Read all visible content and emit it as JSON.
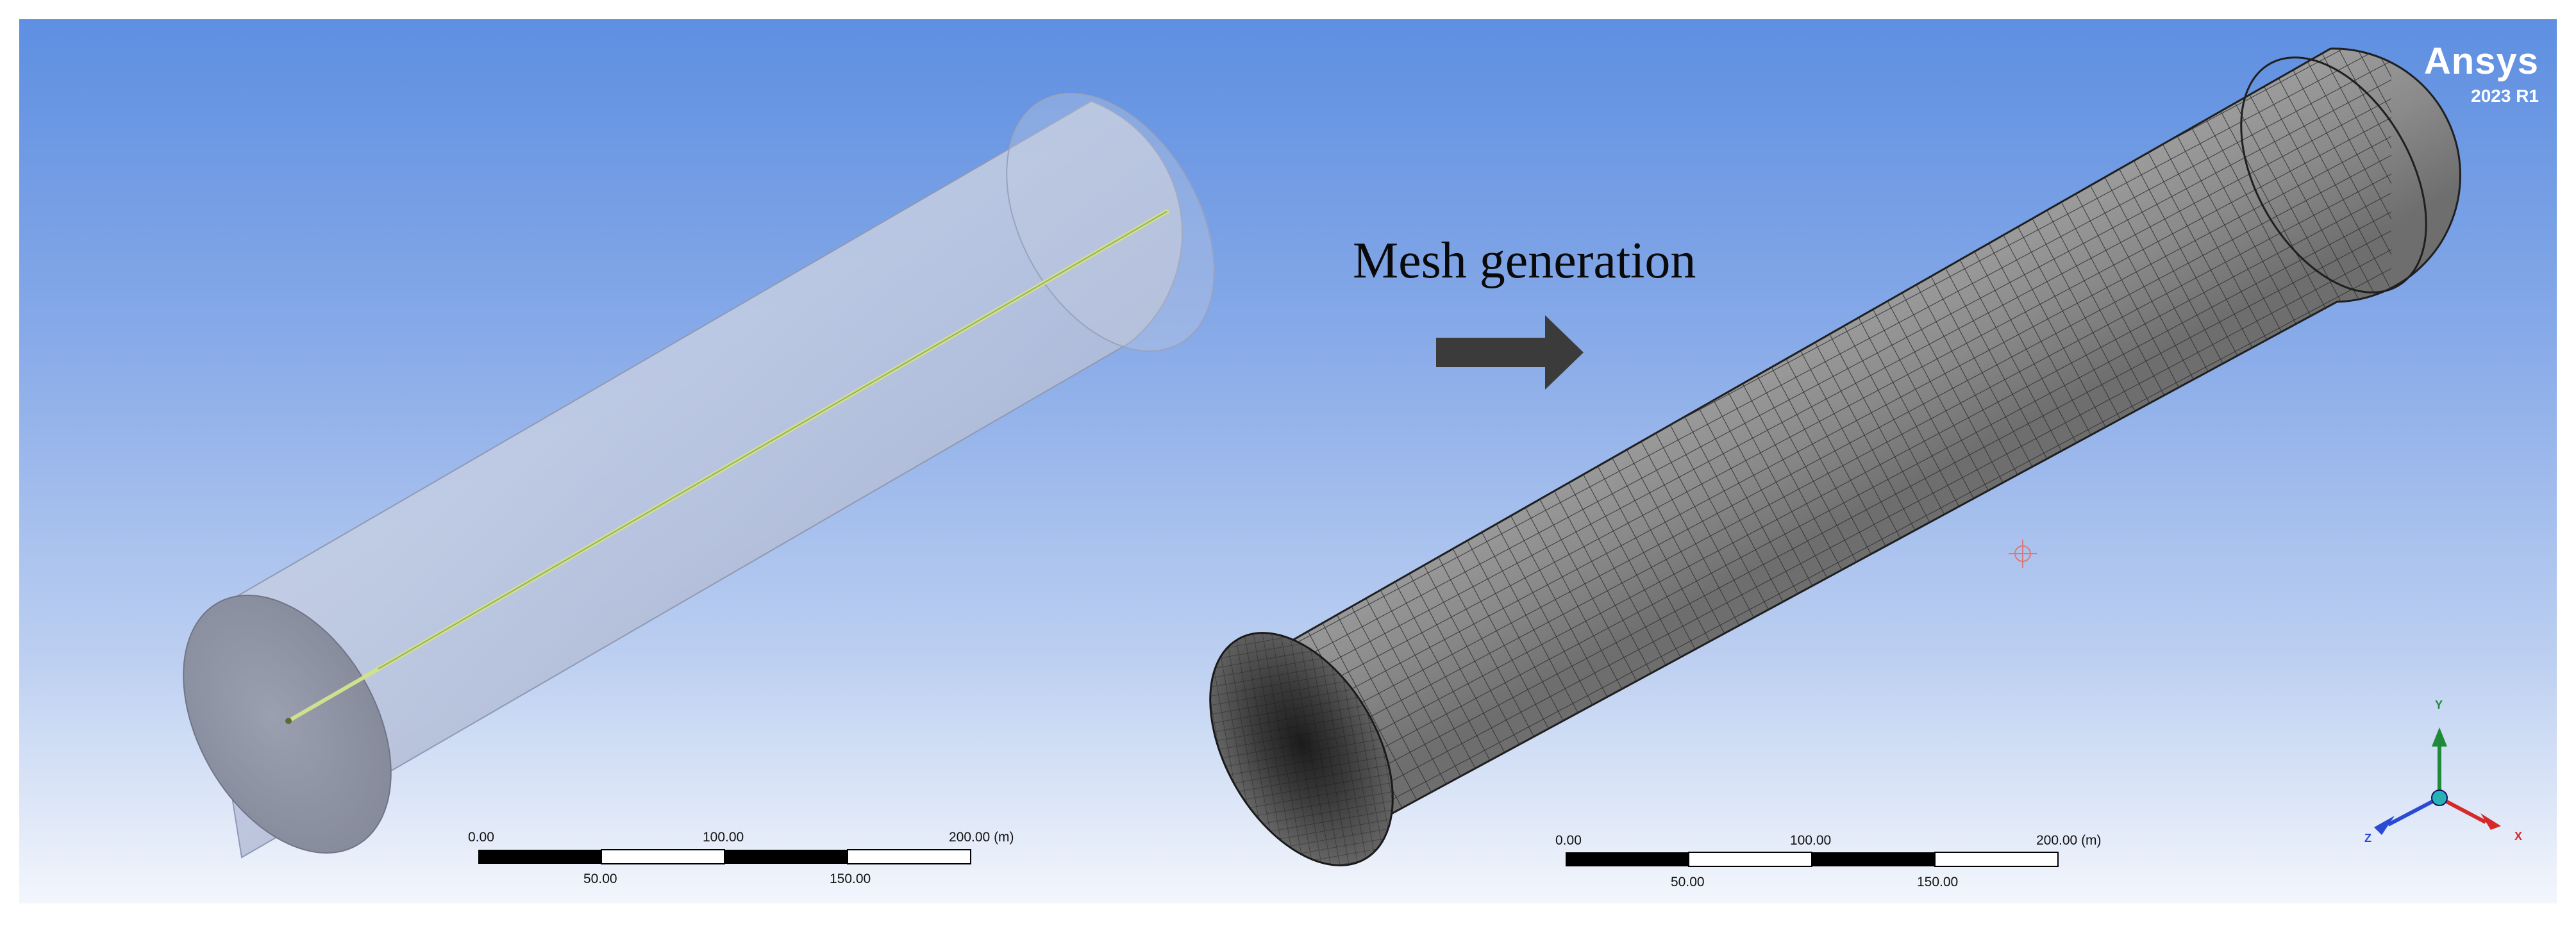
{
  "branding": {
    "product": "Ansys",
    "version": "2023 R1"
  },
  "annotation": {
    "label": "Mesh generation"
  },
  "scale_bar_left": {
    "top_labels": [
      "0.00",
      "100.00",
      "200.00 (m)"
    ],
    "bottom_labels": [
      "50.00",
      "150.00"
    ]
  },
  "scale_bar_right": {
    "top_labels": [
      "0.00",
      "100.00",
      "200.00 (m)"
    ],
    "bottom_labels": [
      "50.00",
      "150.00"
    ]
  },
  "triad": {
    "x_label": "X",
    "y_label": "Y",
    "z_label": "Z"
  },
  "colors": {
    "background_top": "#5e8fe1",
    "background_bottom": "#f3f6fc",
    "geometry_body": "#b3bdd6",
    "geometry_end_face": "#8f95a6",
    "wire_line": "#c9dc8c",
    "mesh_body": "#8a8a8a",
    "arrow": "#3b3b3b",
    "triad_x": "#d42a2a",
    "triad_y": "#1f8a3a",
    "triad_z": "#2a4ad4"
  }
}
